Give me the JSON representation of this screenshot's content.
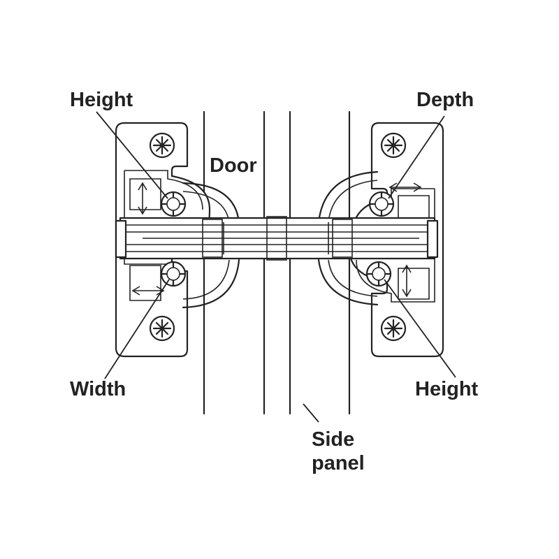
{
  "labels": {
    "height_left": "Height",
    "depth": "Depth",
    "door": "Door",
    "width": "Width",
    "height_right": "Height",
    "side_panel_line1": "Side",
    "side_panel_line2": "panel"
  },
  "colors": {
    "line": "#222222",
    "background": "#ffffff"
  },
  "icons": [
    "screw-head-icon",
    "adjustment-screw-icon",
    "double-arrow-icon"
  ]
}
